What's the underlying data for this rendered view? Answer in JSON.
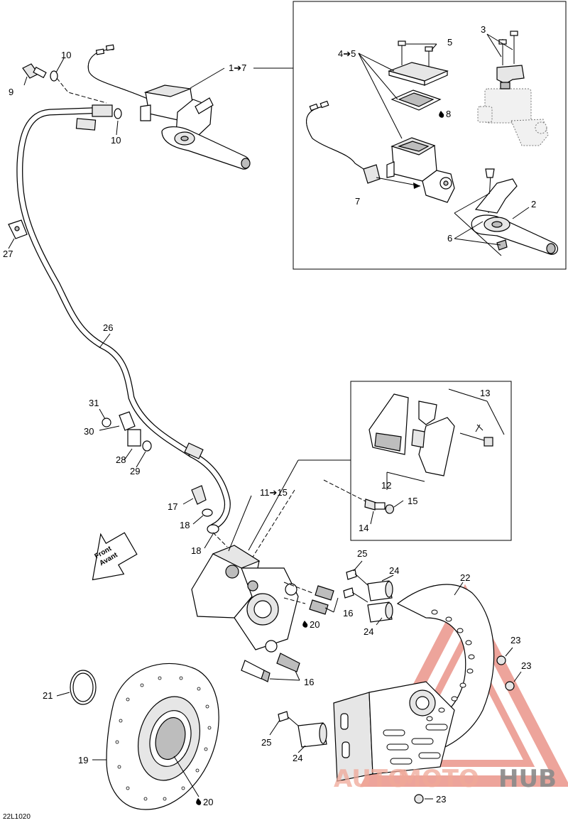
{
  "callouts": {
    "c1_7": "1➔7",
    "c2": "2",
    "c3": "3",
    "c4_5": "4➔5",
    "c5": "5",
    "c6": "6",
    "c7": "7",
    "c8": "8",
    "c9": "9",
    "c10a": "10",
    "c10b": "10",
    "c11_15": "11➔15",
    "c12": "12",
    "c13": "13",
    "c14": "14",
    "c15": "15",
    "c16a": "16",
    "c16b": "16",
    "c17": "17",
    "c18a": "18",
    "c18b": "18",
    "c19": "19",
    "c20a": "20",
    "c20b": "20",
    "c21": "21",
    "c22": "22",
    "c23a": "23",
    "c23b": "23",
    "c23c": "23",
    "c24a": "24",
    "c24b": "24",
    "c24c": "24",
    "c25a": "25",
    "c25b": "25",
    "c26": "26",
    "c27": "27",
    "c28": "28",
    "c29": "29",
    "c30": "30",
    "c31": "31"
  },
  "direction_tag": {
    "line1": "Front",
    "line2": "Avant"
  },
  "diagram_code": "22L1020",
  "watermark": {
    "part1": "AUTO",
    "part2": "MOTO",
    "part3": "HUB",
    "color_primary": "#f2b8b0",
    "color_dark": "#9a9a9a"
  }
}
